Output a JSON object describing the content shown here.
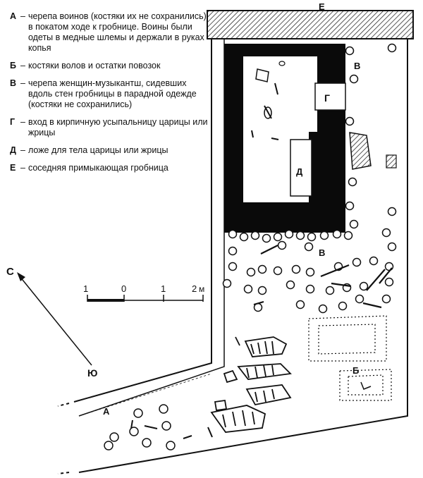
{
  "legend": [
    {
      "letter": "А",
      "text": "черепа воинов (костяки их не сохранились) в покатом ходе к гробнице. Воины были одеты в медные шлемы и держали в руках копья"
    },
    {
      "letter": "Б",
      "text": "костяки волов и остатки повозок"
    },
    {
      "letter": "В",
      "text": "черепа женщин-музыкантш, сидевших вдоль стен гробницы в парадной одежде (костяки не сохранились)"
    },
    {
      "letter": "Г",
      "text": "вход в кирпичную усыпальницу царицы или жрицы"
    },
    {
      "letter": "Д",
      "text": "ложе для тела царицы или жрицы"
    },
    {
      "letter": "Е",
      "text": "соседняя примыкающая гробница"
    }
  ],
  "plan_labels": {
    "a": "А",
    "b": "Б",
    "v1": "В",
    "v2": "В",
    "g": "Г",
    "d": "Д",
    "e": "Е"
  },
  "scale": {
    "t1": "1",
    "t0": "0",
    "t1b": "1",
    "t2": "2",
    "unit": "м"
  },
  "compass": {
    "north": "С",
    "south": "Ю"
  }
}
